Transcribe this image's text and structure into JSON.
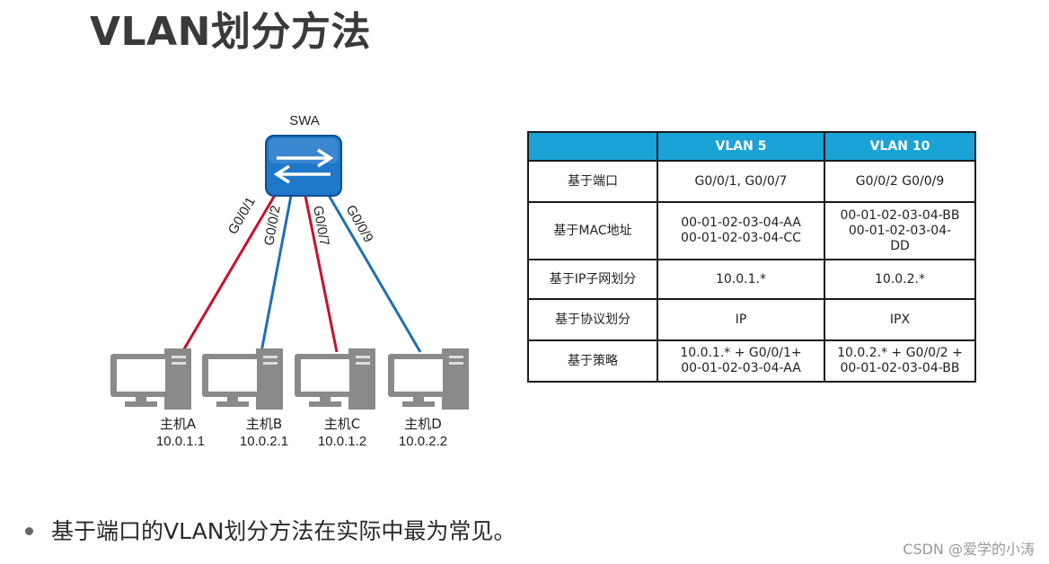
{
  "title": "VLAN划分方法",
  "diagram": {
    "switch": {
      "label": "SWA",
      "icon": "switch-arrows-icon",
      "color": "#1f77c9"
    },
    "links": [
      {
        "port": "G0/0/1",
        "color": "#c8102e",
        "vlan": "VLAN 5"
      },
      {
        "port": "G0/0/2",
        "color": "#1f6fb2",
        "vlan": "VLAN 10"
      },
      {
        "port": "G0/0/7",
        "color": "#c8102e",
        "vlan": "VLAN 5"
      },
      {
        "port": "G0/0/9",
        "color": "#1f6fb2",
        "vlan": "VLAN 10"
      }
    ],
    "hosts": [
      {
        "name": "主机A",
        "ip": "10.0.1.1"
      },
      {
        "name": "主机B",
        "ip": "10.0.2.1"
      },
      {
        "name": "主机C",
        "ip": "10.0.1.2"
      },
      {
        "name": "主机D",
        "ip": "10.0.2.2"
      }
    ]
  },
  "table": {
    "header_color": "#1aa3d6",
    "headers": [
      "",
      "VLAN 5",
      "VLAN 10"
    ],
    "rows": [
      {
        "method": "基于端口",
        "vlan5": [
          "G0/0/1, G0/0/7"
        ],
        "vlan10": [
          "G0/0/2 G0/0/9"
        ]
      },
      {
        "method": "基于MAC地址",
        "vlan5": [
          "00-01-02-03-04-AA",
          "00-01-02-03-04-CC"
        ],
        "vlan10": [
          "00-01-02-03-04-BB",
          "00-01-02-03-04-",
          "DD"
        ]
      },
      {
        "method": "基于IP子网划分",
        "vlan5": [
          "10.0.1.*"
        ],
        "vlan10": [
          "10.0.2.*"
        ]
      },
      {
        "method": "基于协议划分",
        "vlan5": [
          "IP"
        ],
        "vlan10": [
          "IPX"
        ]
      },
      {
        "method": "基于策略",
        "vlan5": [
          "10.0.1.* + G0/0/1+",
          "00-01-02-03-04-AA"
        ],
        "vlan10": [
          "10.0.2.* + G0/0/2 +",
          "00-01-02-03-04-BB"
        ]
      }
    ]
  },
  "bullet": "基于端口的VLAN划分方法在实际中最为常见。",
  "watermark": "CSDN @爱学的小涛"
}
